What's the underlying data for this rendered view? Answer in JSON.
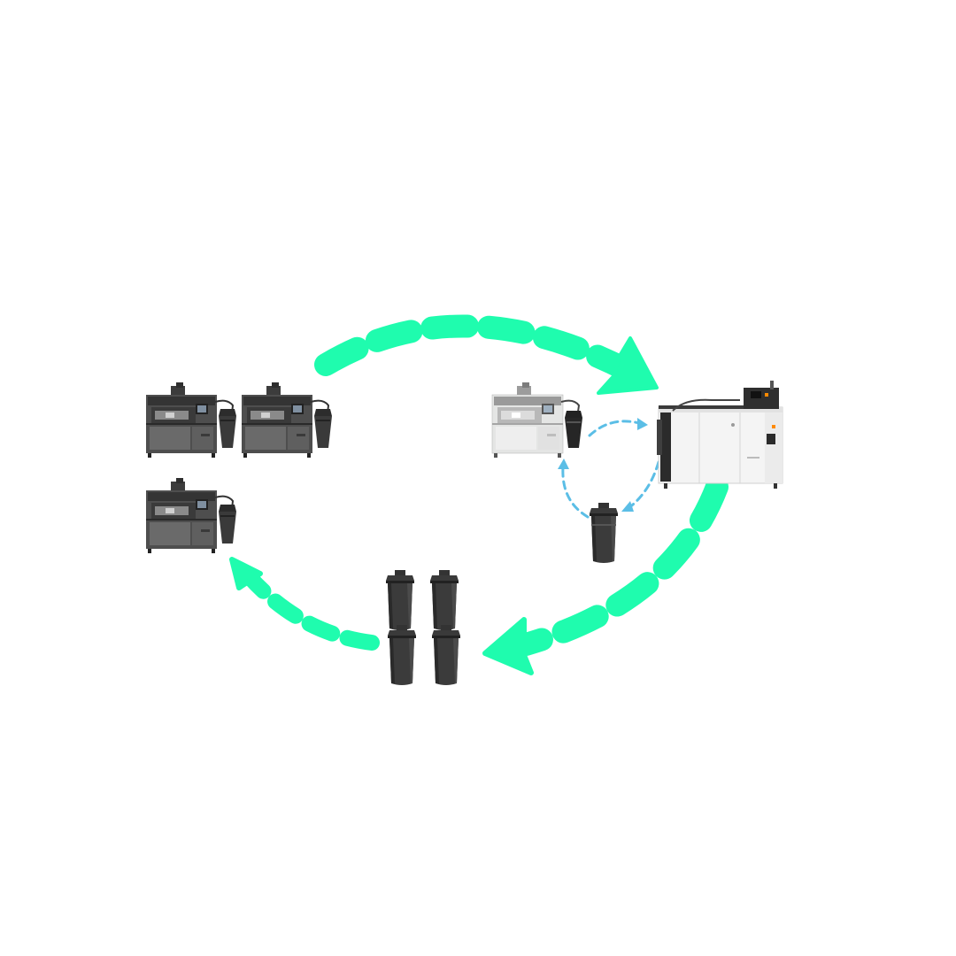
{
  "diagram": {
    "nodes": [
      {
        "id": "printer-dark-1",
        "kind": "3d-printer",
        "style": "dark"
      },
      {
        "id": "printer-dark-2",
        "kind": "3d-printer",
        "style": "dark"
      },
      {
        "id": "printer-dark-3",
        "kind": "3d-printer",
        "style": "dark"
      },
      {
        "id": "printer-light",
        "kind": "3d-printer",
        "style": "light"
      },
      {
        "id": "processing-station",
        "kind": "processing-station"
      },
      {
        "id": "build-unit-bucket",
        "kind": "build-unit"
      },
      {
        "id": "build-unit-group",
        "kind": "build-unit",
        "count": 4
      }
    ],
    "edges": [
      {
        "from": "printer-dark-1",
        "to": "processing-station",
        "style": "dashed-thick"
      },
      {
        "from": "processing-station",
        "to": "build-unit-group",
        "style": "dashed-thick"
      },
      {
        "from": "build-unit-group",
        "to": "printer-dark-3",
        "style": "dashed-thick"
      },
      {
        "from": "printer-light",
        "to": "processing-station",
        "style": "dashed-thin"
      },
      {
        "from": "processing-station",
        "to": "build-unit-bucket",
        "style": "dashed-thin"
      },
      {
        "from": "build-unit-bucket",
        "to": "printer-light",
        "style": "dashed-thin"
      }
    ]
  },
  "colors": {
    "main_arrow": "#1ffcae",
    "inner_arrow": "#5bbee6",
    "printer_dark": "#5a5a5a",
    "printer_light": "#e8e9e8",
    "bucket": "#2b2b2b",
    "background": "#ffffff"
  }
}
